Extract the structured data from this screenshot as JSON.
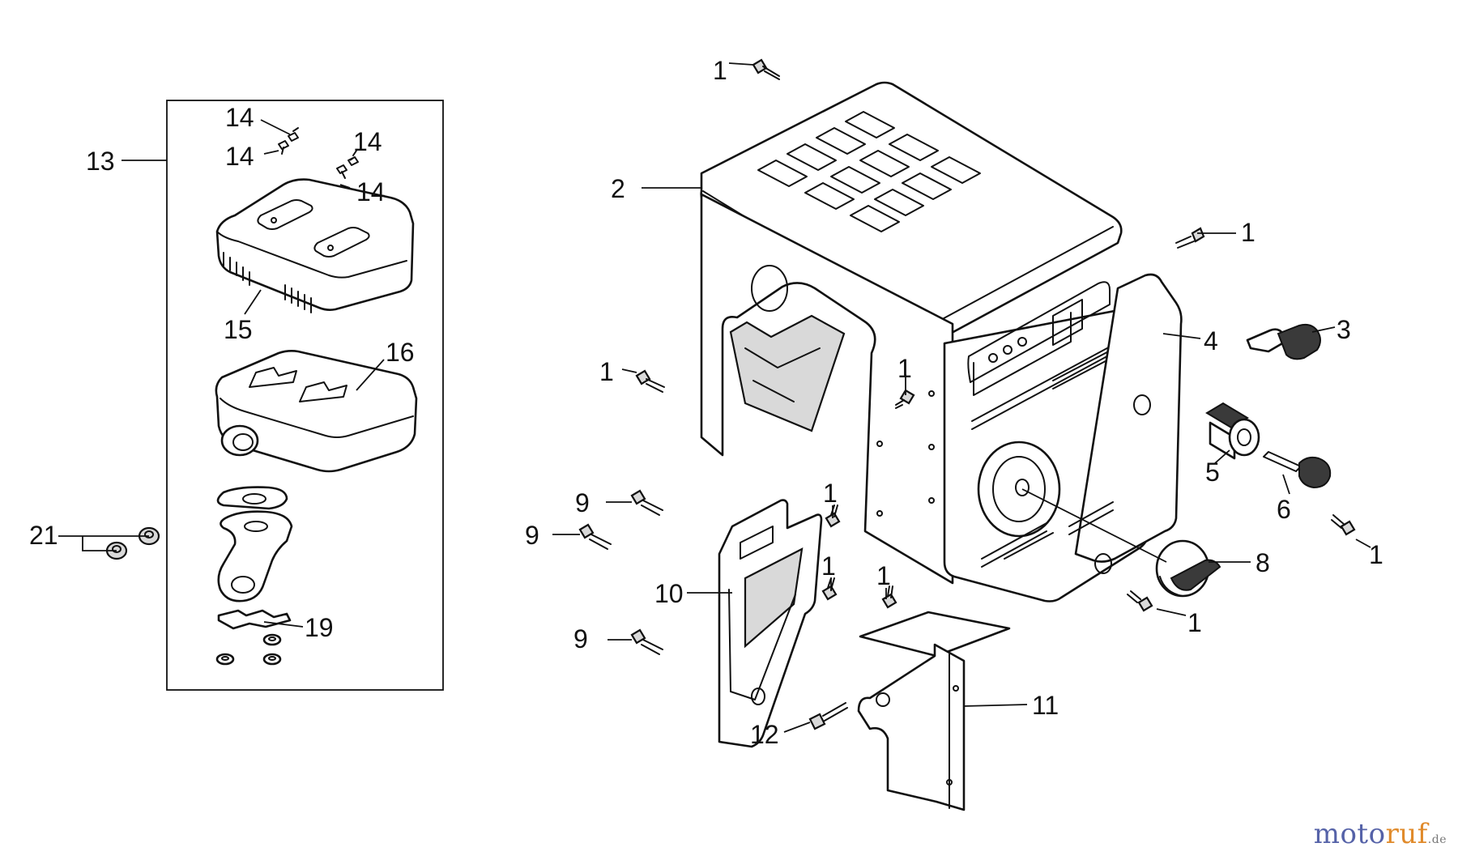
{
  "diagram": {
    "type": "exploded-parts-view",
    "callouts": [
      "1",
      "2",
      "3",
      "4",
      "5",
      "6",
      "8",
      "9",
      "10",
      "11",
      "12",
      "13",
      "14",
      "15",
      "16",
      "19",
      "21"
    ]
  },
  "watermark": {
    "part_a": "moto",
    "part_b": "ruf",
    "part_c": "",
    "suffix": ".de"
  }
}
